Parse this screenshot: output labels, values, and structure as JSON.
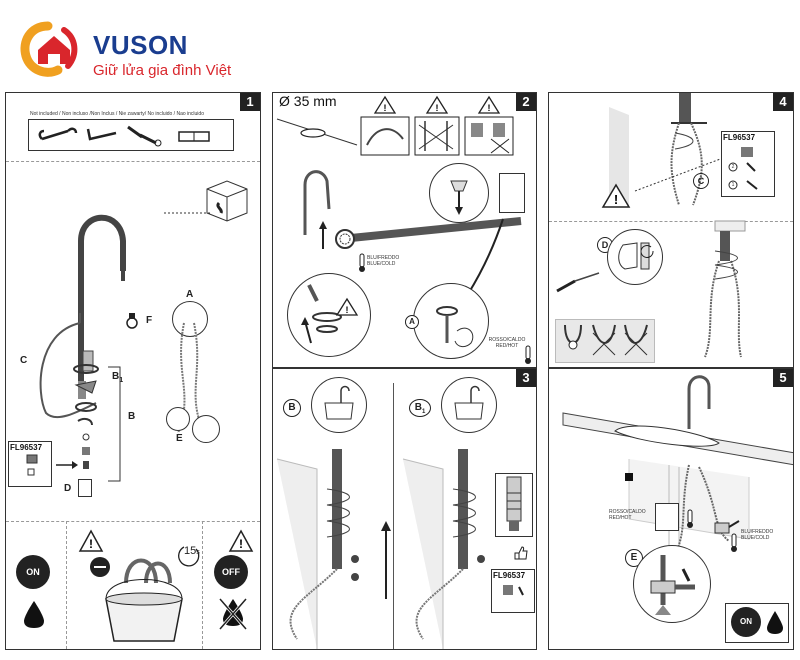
{
  "brand": {
    "name": "VUSON",
    "slogan": "Giữ lửa gia đình Việt",
    "colors": {
      "blue": "#1a3d8f",
      "red": "#d9262c",
      "orange": "#f0a020"
    }
  },
  "panels": {
    "p1": {
      "step": "1",
      "not_included": "Not included / Non incluso /Non Inclus / Nie zawarty/ No incluido / Nao incluido",
      "labels": {
        "A": "A",
        "B": "B",
        "B1": "B",
        "B1_sub": "1",
        "C": "C",
        "D": "D",
        "E": "E",
        "F": "F"
      },
      "code": "FL96537",
      "on_label": "ON",
      "off_label": "OFF",
      "timer": "15",
      "timer_unit": "s"
    },
    "p2": {
      "step": "2",
      "diameter": "Ø 35 mm",
      "cold": "BLU/FREDDO\nBLUE/COLD",
      "hot": "ROSSO/CALDO\nRED/HOT",
      "label_A": "A"
    },
    "p3": {
      "step": "3",
      "label_B": "B",
      "label_B1": "B",
      "label_B1_sub": "1",
      "code": "FL96537"
    },
    "p4": {
      "step": "4",
      "code": "FL96537",
      "label_C": "C",
      "label_D": "D",
      "num_1": "1",
      "num_2": "2"
    },
    "p5": {
      "step": "5",
      "hot": "ROSSO/CALDO\nRED/HOT",
      "cold": "BLU/FREDDO\nBLUE/COLD",
      "label_E": "E",
      "on_label": "ON"
    }
  }
}
